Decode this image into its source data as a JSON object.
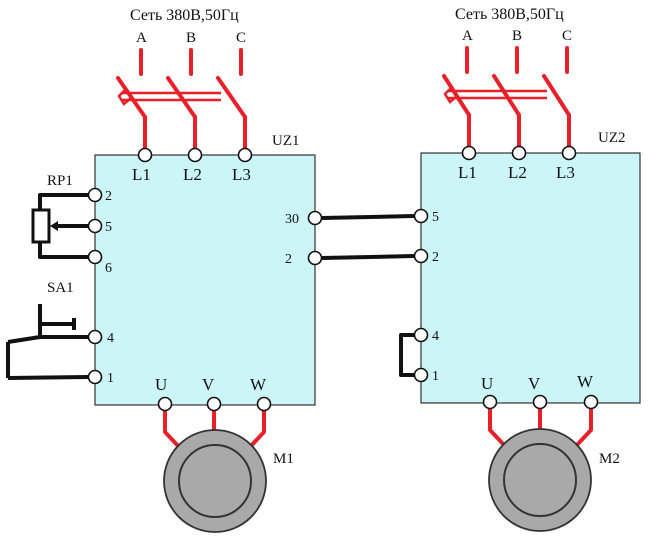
{
  "supply": {
    "left_label": "Сеть 380В,50Гц",
    "right_label": "Сеть 380В,50Гц",
    "phases_left": [
      "A",
      "B",
      "C"
    ],
    "phases_right": [
      "A",
      "B",
      "C"
    ]
  },
  "uz1": {
    "name": "UZ1",
    "inputs": [
      "L1",
      "L2",
      "L3"
    ],
    "left_pins": [
      "2",
      "5",
      "6",
      "4",
      "1"
    ],
    "right_pins": [
      "30",
      "2"
    ],
    "outputs": [
      "U",
      "V",
      "W"
    ]
  },
  "uz2": {
    "name": "UZ2",
    "inputs": [
      "L1",
      "L2",
      "L3"
    ],
    "left_pins": [
      "5",
      "2",
      "4",
      "1"
    ],
    "outputs": [
      "U",
      "V",
      "W"
    ]
  },
  "potentiometer": {
    "name": "RP1"
  },
  "switch": {
    "name": "SA1"
  },
  "motor1": {
    "name": "M1"
  },
  "motor2": {
    "name": "M2"
  },
  "colors": {
    "inverter_fill": "#ccf5f7",
    "power_wire": "#e8202a",
    "control_wire": "#111111",
    "motor_body": "#a9a9a9"
  }
}
